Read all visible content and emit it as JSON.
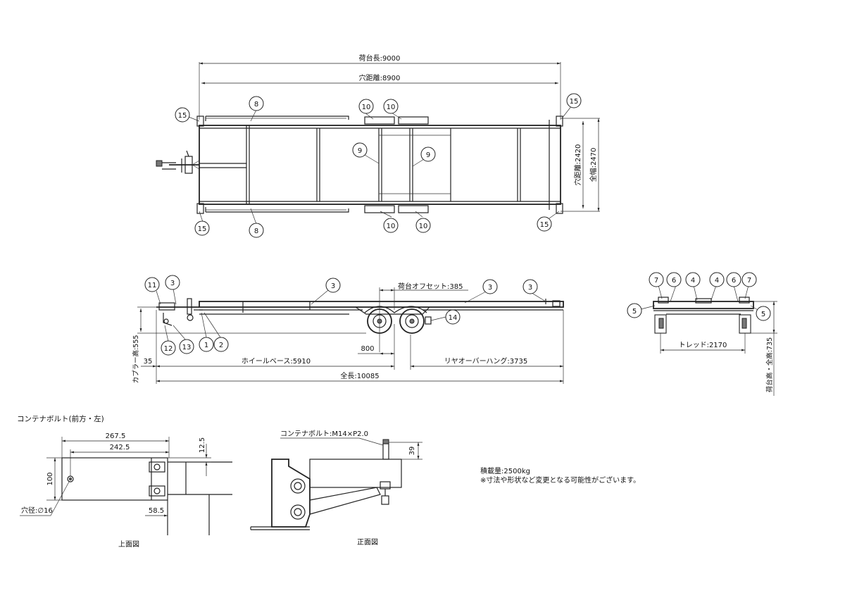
{
  "top_view": {
    "dim_length": "荷台長:9000",
    "dim_hole_pitch": "穴距離:8900",
    "dim_hole_pitch_w": "穴距離:2420",
    "dim_width": "全幅:2470"
  },
  "side_view": {
    "dim_offset": "荷台オフセット:385",
    "dim_coupler_height": "カプラー高:555",
    "dim_35": "35",
    "dim_800": "800",
    "dim_wheelbase": "ホイールベース:5910",
    "dim_rear_overhang": "リヤオーバーハング:3735",
    "dim_total_length": "全長:10085"
  },
  "rear_view": {
    "dim_tread": "トレッド:2170",
    "dim_height": "荷台高・全高:735"
  },
  "detail": {
    "title": "コンテナボルト(前方・左)",
    "dim_267": "267.5",
    "dim_242": "242.5",
    "dim_12": "12.5",
    "dim_100": "100",
    "dim_58": "58.5",
    "dim_hole": "穴径:∅16",
    "dim_bolt": "コンテナボルト:M14×P2.0",
    "dim_39": "39",
    "caption_top": "上面図",
    "caption_front": "正面図"
  },
  "notes": {
    "load": "積載量:2500kg",
    "disclaimer": "※寸法や形状など変更となる可能性がございます。"
  },
  "balloons": {
    "b1": "1",
    "b2": "2",
    "b3": "3",
    "b4": "4",
    "b5": "5",
    "b6": "6",
    "b7": "7",
    "b8": "8",
    "b9": "9",
    "b10": "10",
    "b11": "11",
    "b12": "12",
    "b13": "13",
    "b14": "14",
    "b15": "15"
  }
}
